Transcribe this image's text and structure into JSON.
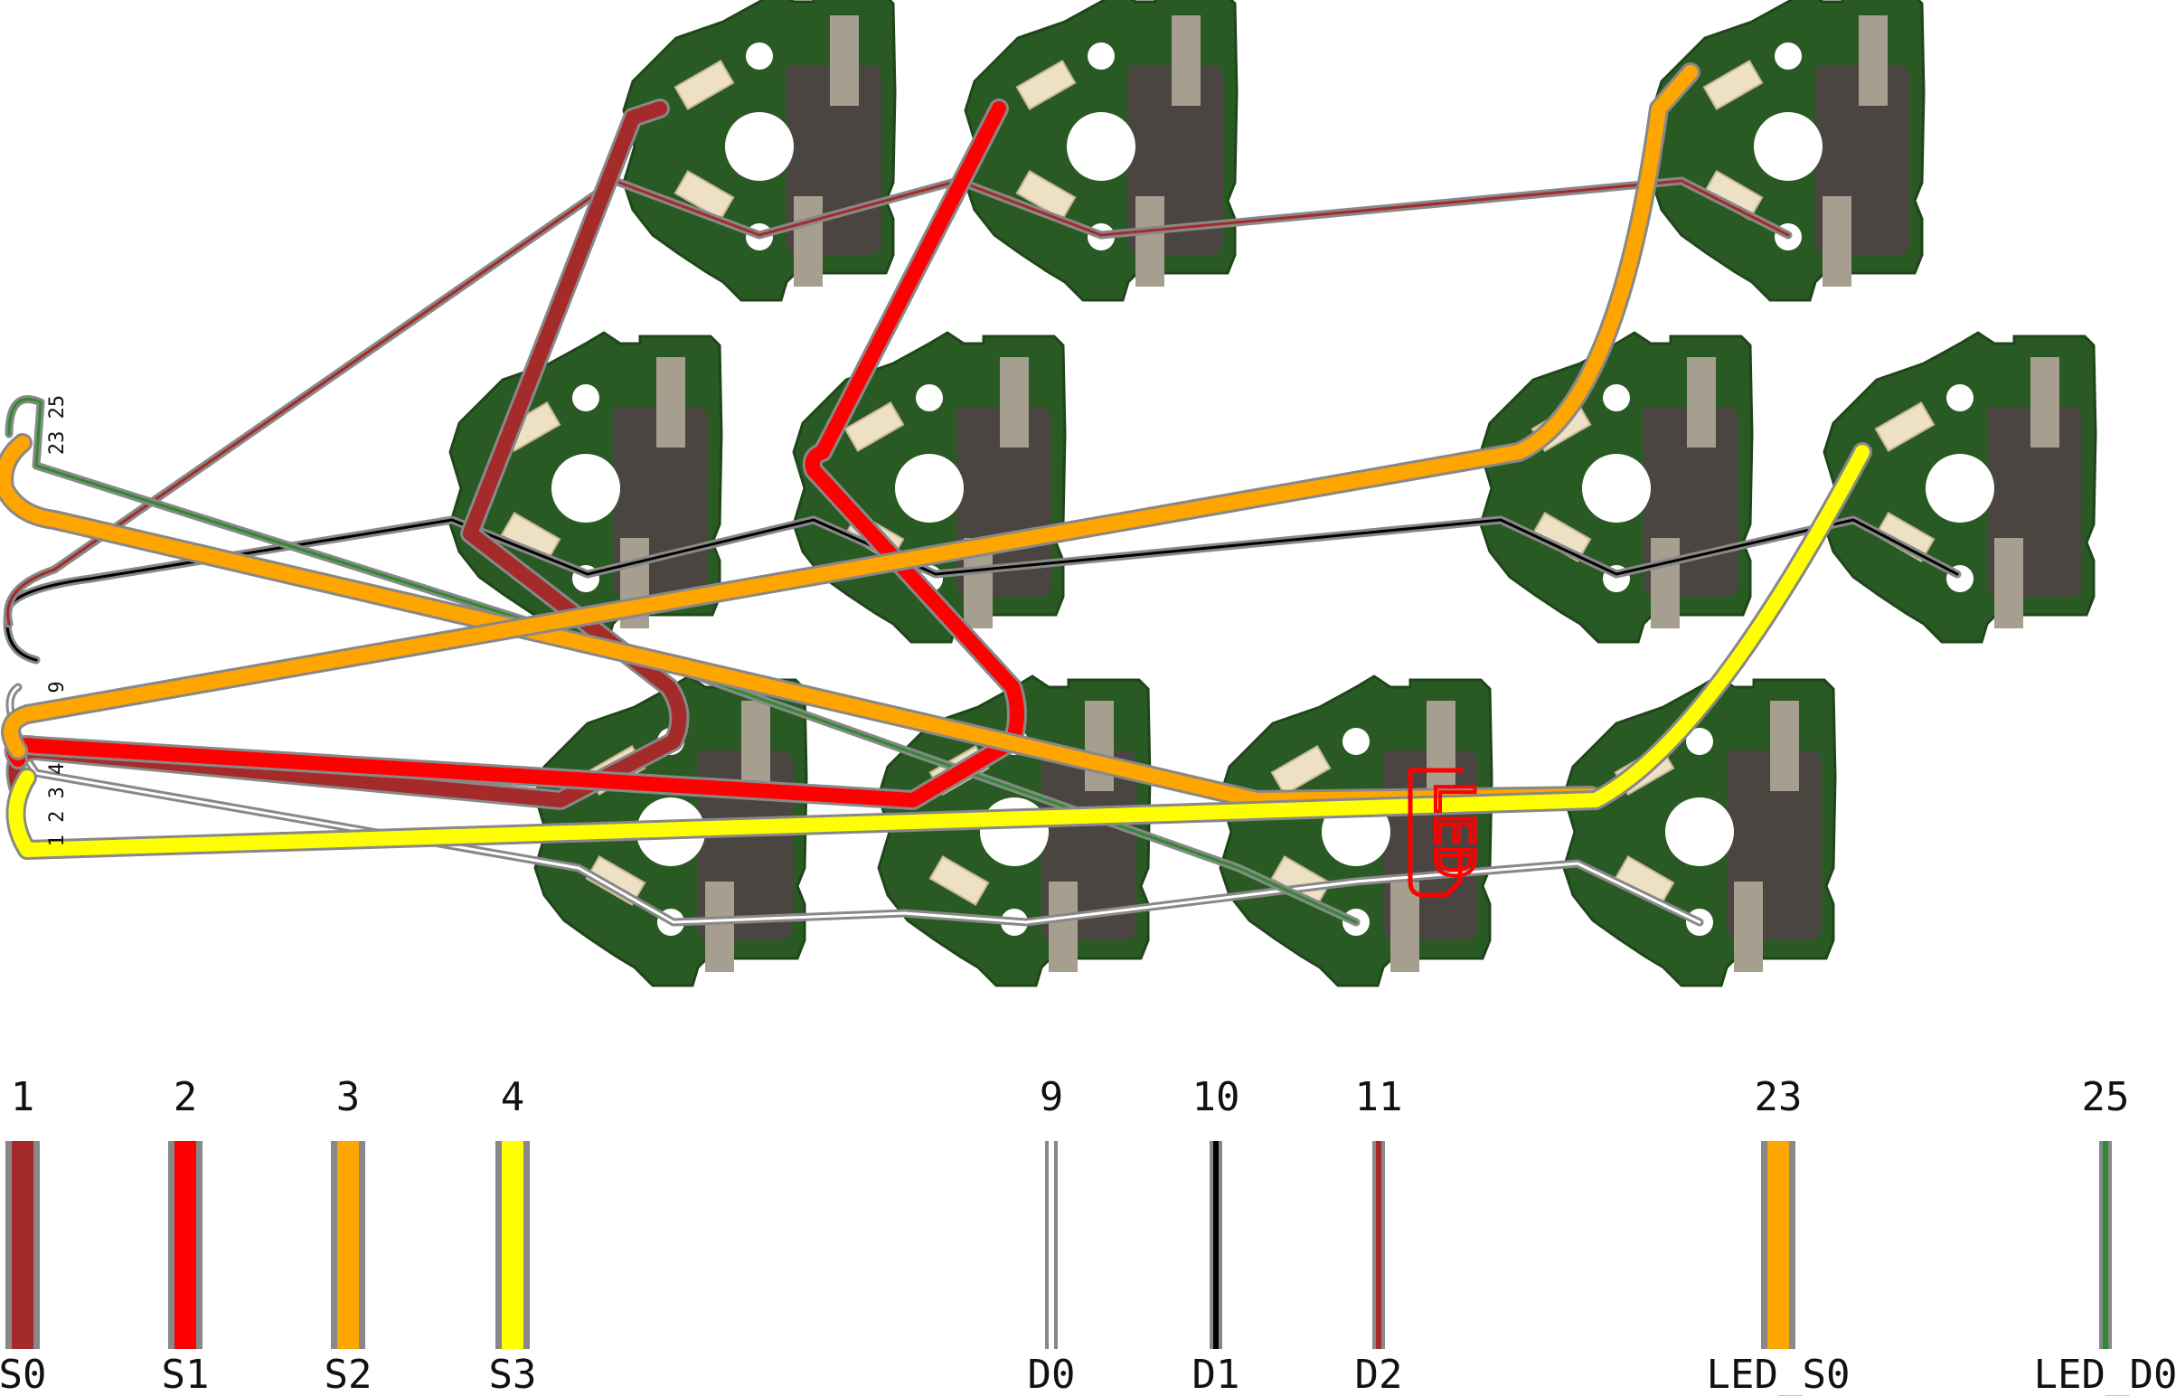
{
  "legend": [
    {
      "number": "1",
      "name": "S0",
      "color": "#a52a2a",
      "width": "thick"
    },
    {
      "number": "2",
      "name": "S1",
      "color": "#ff0000",
      "width": "thick"
    },
    {
      "number": "3",
      "name": "S2",
      "color": "#ffa500",
      "width": "thick"
    },
    {
      "number": "4",
      "name": "S3",
      "color": "#ffff00",
      "width": "thick"
    },
    {
      "number": "9",
      "name": "D0",
      "color": "#ffffff",
      "width": "thin"
    },
    {
      "number": "10",
      "name": "D1",
      "color": "#000000",
      "width": "thin"
    },
    {
      "number": "11",
      "name": "D2",
      "color": "#a52a2a",
      "width": "thin"
    },
    {
      "number": "23",
      "name": "LED_S0",
      "color": "#ffa500",
      "width": "thick"
    },
    {
      "number": "25",
      "name": "LED_D0",
      "color": "#2e8b2e",
      "width": "thin"
    }
  ],
  "connector_labels": {
    "top": "23 25",
    "mid": "9",
    "bottom": "1 2 3 4"
  },
  "silkscreen_text": "LED",
  "colors": {
    "pcb": "#2a5a23",
    "pcb_edge": "#1f451a",
    "pad": "#ede0c4",
    "pad_edge": "#c9b894",
    "shadow": "#4a4540",
    "slot": "#a69e8e",
    "wire_outline": "#888888",
    "silk": "#ff0000"
  }
}
